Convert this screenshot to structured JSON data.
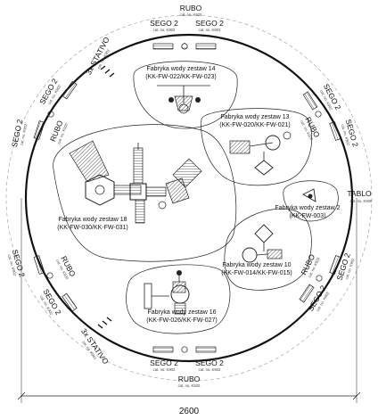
{
  "top": {
    "rubo": "RUBO",
    "rubo_cat": "cat. no. K920",
    "sego_left": "SEGO 2",
    "sego_left_cat": "cat. no. K902",
    "sego_right": "SEGO 2",
    "sego_right_cat": "cat. no. K902"
  },
  "bottom": {
    "rubo": "RUBO",
    "rubo_cat": "cat. no. K920",
    "sego_left": "SEGO 2",
    "sego_left_cat": "cat. no. K902",
    "sego_right": "SEGO 2",
    "sego_right_cat": "cat. no. K902"
  },
  "left": {
    "stativo_top": "3x STATIVO",
    "stativo_top_cat": "cat. no. K961",
    "stativo_bottom": "3x STATIVO",
    "stativo_bottom_cat": "cat. no. K961",
    "sego_1": "SEGO 2",
    "sego_1_cat": "cat. no. K902",
    "sego_2": "SEGO 2",
    "sego_2_cat": "cat. no. K902",
    "sego_3": "SEGO 2",
    "sego_3_cat": "cat. no. K902",
    "sego_4": "SEGO 2",
    "sego_4_cat": "cat. no. K902",
    "rubo_upper": "RUBO",
    "rubo_upper_cat": "cat. no. K920",
    "rubo_lower": "RUBO",
    "rubo_lower_cat": "cat. no. K920"
  },
  "right": {
    "sego_1": "SEGO 2",
    "sego_1_cat": "cat. no. K902",
    "sego_2": "SEGO 2",
    "sego_2_cat": "cat. no. K902",
    "sego_3": "SEGO 2",
    "sego_3_cat": "cat. no. K902",
    "sego_4": "SEGO 2",
    "sego_4_cat": "cat. no. K902",
    "rubo_upper": "RUBO",
    "rubo_upper_cat": "cat. no. K920",
    "rubo_lower": "RUBO",
    "rubo_lower_cat": "cat. no. K920",
    "tablo": "TABLO",
    "tablo_cat": "cat. no. K930"
  },
  "zones": {
    "z14_name": "Fabryka wody zestaw 14",
    "z14_code": "(KK-FW-022/KK-FW-023)",
    "z13_name": "Fabryka wody zestaw 13",
    "z13_code": "(KK-FW-020/KK-FW-021)",
    "z18_name": "Fabryka wody zestaw 18",
    "z18_code": "(KK-FW-030/KK-FW-031)",
    "z2_name": "Fabryka wody zestaw 2",
    "z2_code": "(KK-FW-003)",
    "z10_name": "Fabryka wody zestaw 10",
    "z10_code": "(KK-FW-014/KK-FW-015)",
    "z16_name": "Fabryka wody zestaw 16",
    "z16_code": "(KK-FW-026/KK-FW-027)"
  },
  "dimension": {
    "diameter": "2600"
  }
}
